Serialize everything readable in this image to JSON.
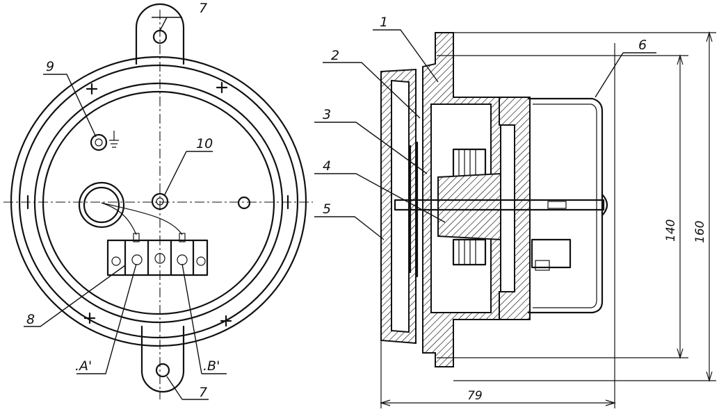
{
  "callouts": {
    "c1": "1",
    "c2": "2",
    "c3": "3",
    "c4": "4",
    "c5": "5",
    "c6": "6",
    "c7_top": "7",
    "c7_bottom": "7",
    "c8": "8",
    "c9": "9",
    "c10": "10",
    "terminal_a": ".A'",
    "terminal_b": ".B'"
  },
  "dimensions": {
    "d160": "160",
    "d140": "140",
    "d79": "79"
  }
}
